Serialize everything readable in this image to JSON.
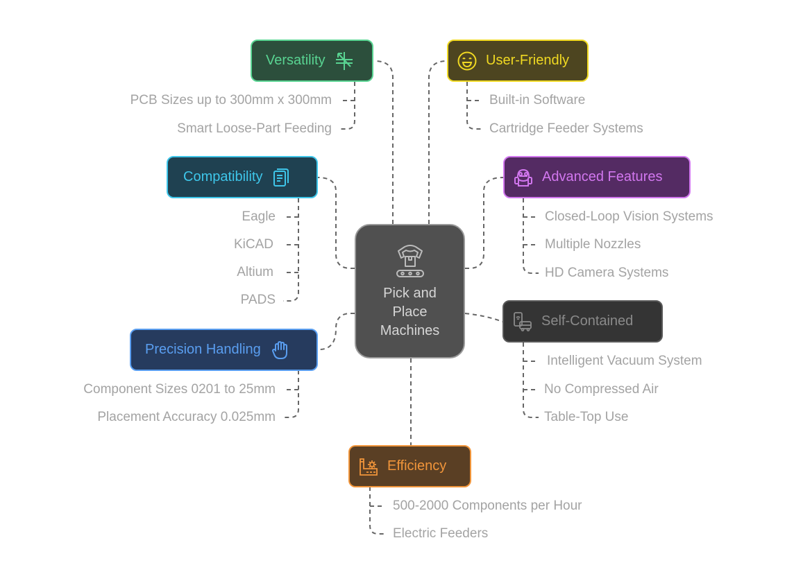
{
  "center": {
    "title_lines": [
      "Pick and",
      "Place",
      "Machines"
    ],
    "icon": "robot-arm-conveyor-icon",
    "fill": "#505050",
    "border": "#9a9a9a",
    "text": "#d6d6d6"
  },
  "branches": [
    {
      "id": "versatility",
      "label": "Versatility",
      "icon": "arrows-split-icon",
      "fill": "#2c4f3c",
      "border": "#59d492",
      "text": "#59d492",
      "items": [
        "PCB Sizes up to 300mm x 300mm",
        "Smart Loose-Part Feeding"
      ]
    },
    {
      "id": "user-friendly",
      "label": "User-Friendly",
      "icon": "smiley-face-icon",
      "fill": "#4d4520",
      "border": "#f0d922",
      "text": "#f0d922",
      "items": [
        "Built-in Software",
        "Cartridge Feeder Systems"
      ]
    },
    {
      "id": "compatibility",
      "label": "Compatibility",
      "icon": "documents-icon",
      "fill": "#1f4151",
      "border": "#3ec6ea",
      "text": "#3ec6ea",
      "items": [
        "Eagle",
        "KiCAD",
        "Altium",
        "PADS"
      ]
    },
    {
      "id": "advanced-features",
      "label": "Advanced Features",
      "icon": "robot-icon",
      "fill": "#542b63",
      "border": "#d277ef",
      "text": "#d277ef",
      "items": [
        "Closed-Loop Vision Systems",
        "Multiple Nozzles",
        "HD Camera Systems"
      ]
    },
    {
      "id": "self-contained",
      "label": "Self-Contained",
      "icon": "phone-bus-icon",
      "fill": "#343434",
      "border": "#5a5a5a",
      "text": "#8a8a8a",
      "items": [
        "Intelligent Vacuum System",
        "No Compressed Air",
        "Table-Top Use"
      ]
    },
    {
      "id": "precision-handling",
      "label": "Precision Handling",
      "icon": "hand-icon",
      "fill": "#263b5e",
      "border": "#5a9ef0",
      "text": "#5a9ef0",
      "items": [
        "Component Sizes 0201 to 25mm",
        "Placement Accuracy 0.025mm"
      ]
    },
    {
      "id": "efficiency",
      "label": "Efficiency",
      "icon": "factory-icon",
      "fill": "#5a3f24",
      "border": "#f1953a",
      "text": "#f1953a",
      "items": [
        "500-2000 Components per Hour",
        "Electric Feeders"
      ]
    }
  ],
  "link_color": "#666666"
}
